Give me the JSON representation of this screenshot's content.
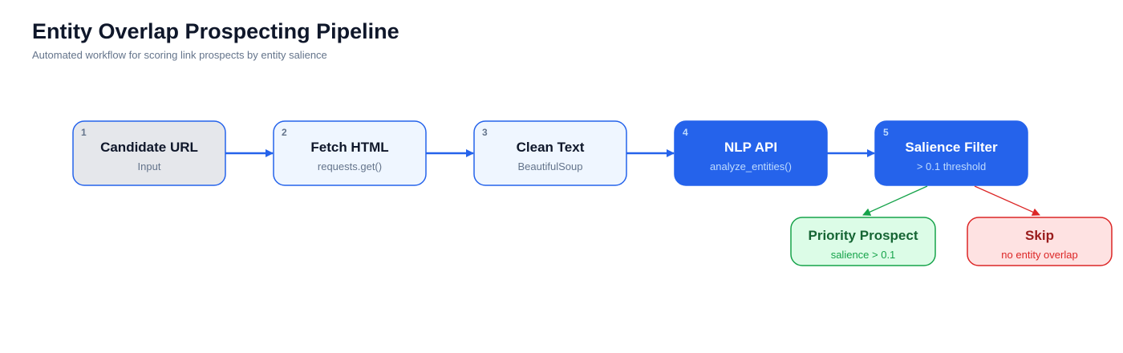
{
  "header": {
    "title": "Entity Overlap Prospecting Pipeline",
    "subtitle": "Automated workflow for scoring link prospects by entity salience"
  },
  "colors": {
    "input_fill": "#e5e7eb",
    "input_stroke": "#2563eb",
    "light_fill": "#eff6ff",
    "light_stroke": "#2563eb",
    "dark_fill": "#2563eb",
    "connector": "#2563eb",
    "success_fill": "#dcfce7",
    "success_stroke": "#16a34a",
    "success_text": "#166534",
    "danger_fill": "#fee2e2",
    "danger_stroke": "#dc2626",
    "danger_text": "#991b1b"
  },
  "pipeline": {
    "steps": [
      {
        "id": "candidate",
        "number": "1",
        "title": "Candidate URL",
        "subtitle": "Input",
        "style": "input"
      },
      {
        "id": "fetch",
        "number": "2",
        "title": "Fetch HTML",
        "subtitle": "requests.get()",
        "style": "light"
      },
      {
        "id": "clean",
        "number": "3",
        "title": "Clean Text",
        "subtitle": "BeautifulSoup",
        "style": "light"
      },
      {
        "id": "nlp",
        "number": "4",
        "title": "NLP API",
        "subtitle": "analyze_entities()",
        "style": "dark"
      },
      {
        "id": "filter",
        "number": "5",
        "title": "Salience Filter",
        "subtitle": "> 0.1 threshold",
        "style": "dark"
      }
    ],
    "outcomes": [
      {
        "id": "priority",
        "title": "Priority Prospect",
        "subtitle": "salience > 0.1",
        "style": "success"
      },
      {
        "id": "skip",
        "title": "Skip",
        "subtitle": "no entity overlap",
        "style": "danger"
      }
    ]
  }
}
